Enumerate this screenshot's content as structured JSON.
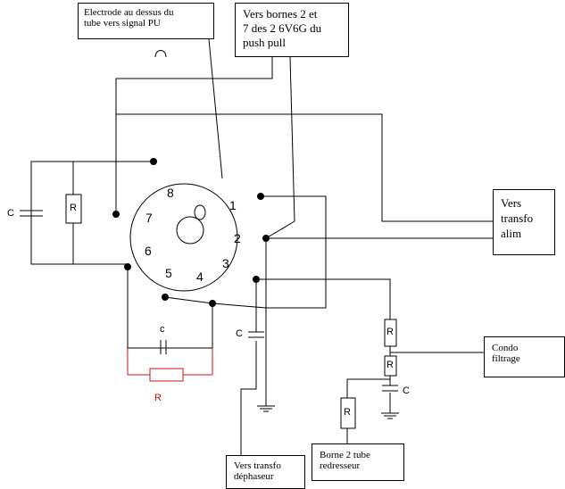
{
  "boxes": {
    "electrode": "Electrode au dessus du\ntube vers signal PU",
    "push_pull": "Vers bornes 2 et\n7 des 2 6V6G du\npush pull",
    "transfo_alim": "Vers\ntransfo\nalim",
    "condo_filtrage": "Condo\nfiltrage",
    "borne2": "Borne 2 tube\nredresseur",
    "dephaseur": "Vers transfo\ndéphaseur"
  },
  "pins": [
    "1",
    "2",
    "3",
    "4",
    "5",
    "6",
    "7",
    "8"
  ],
  "labels": {
    "c_left": "C",
    "r_left": "R",
    "c_small": "c",
    "r_red": "R",
    "c_mid": "C",
    "r_top": "R",
    "r_mid": "R",
    "c_right": "C",
    "r_bottom": "R"
  },
  "colors": {
    "wire": "#000000",
    "added_resistor": "#d01010",
    "background": "#ffffff"
  }
}
